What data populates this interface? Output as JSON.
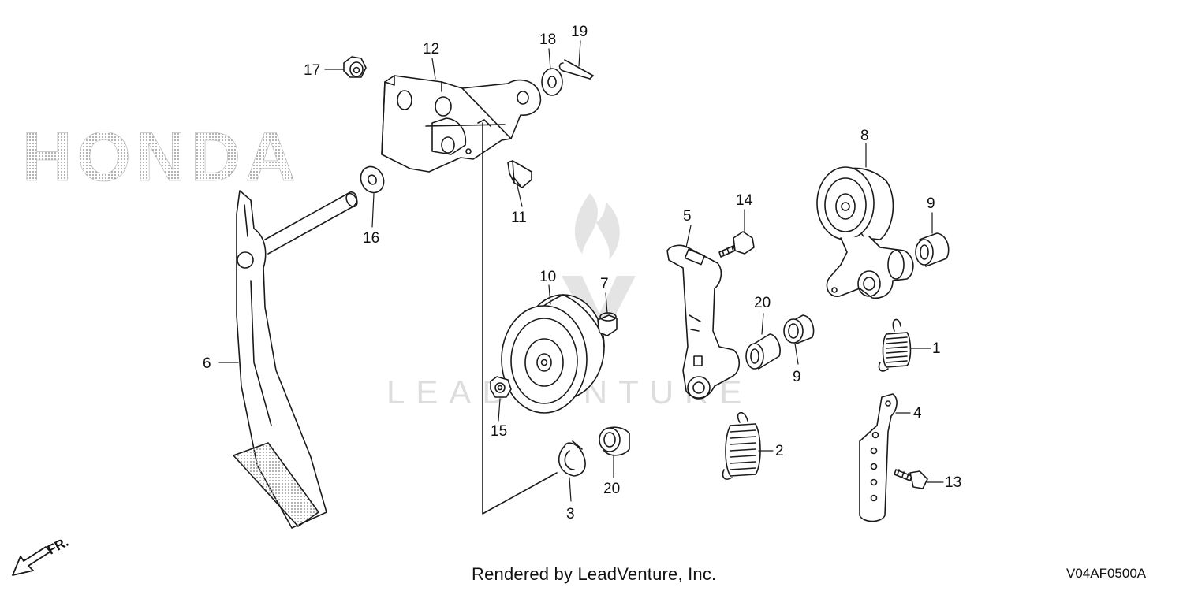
{
  "watermark": {
    "brand": "HONDA",
    "publisher": "LEADVENTURE"
  },
  "footer": {
    "credit": "Rendered by LeadVenture, Inc.",
    "diagram_code": "V04AF0500A"
  },
  "direction_marker": {
    "label": "FR.",
    "icon": "arrow-down-left-icon"
  },
  "parts": [
    {
      "ref": "1",
      "name": "tension spring (upper)"
    },
    {
      "ref": "2",
      "name": "tension spring (lower)"
    },
    {
      "ref": "3",
      "name": "clip"
    },
    {
      "ref": "4",
      "name": "plate"
    },
    {
      "ref": "5",
      "name": "tension arm"
    },
    {
      "ref": "6",
      "name": "pedal"
    },
    {
      "ref": "7",
      "name": "collar"
    },
    {
      "ref": "8",
      "name": "tension pulley assembly"
    },
    {
      "ref": "9",
      "name": "bushing"
    },
    {
      "ref": "10",
      "name": "idler pulley"
    },
    {
      "ref": "11",
      "name": "cushion"
    },
    {
      "ref": "12",
      "name": "bracket"
    },
    {
      "ref": "13",
      "name": "flange bolt"
    },
    {
      "ref": "14",
      "name": "flange bolt"
    },
    {
      "ref": "15",
      "name": "flange nut"
    },
    {
      "ref": "16",
      "name": "washer"
    },
    {
      "ref": "17",
      "name": "flange nut"
    },
    {
      "ref": "18",
      "name": "washer"
    },
    {
      "ref": "19",
      "name": "cotter pin"
    },
    {
      "ref": "20",
      "name": "bushing"
    }
  ],
  "colors": {
    "line": "#1a1a1a",
    "watermark_dots": "#b8b8b8",
    "watermark_text": "#e2e2e2"
  }
}
